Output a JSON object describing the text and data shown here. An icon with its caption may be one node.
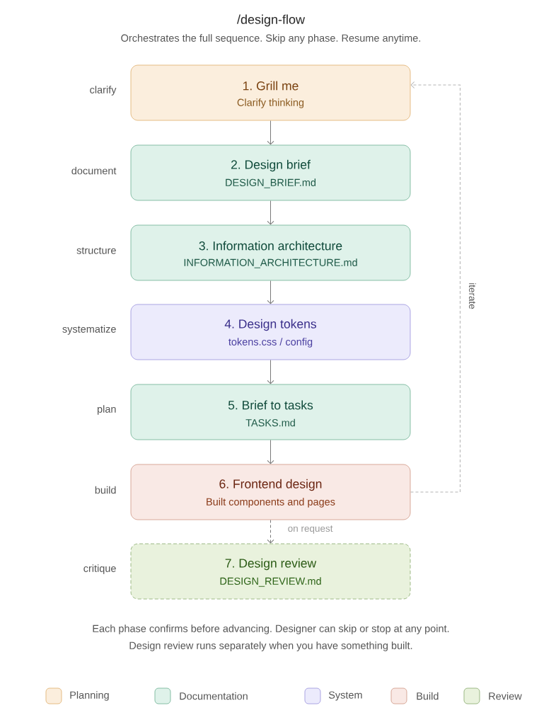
{
  "diagram": {
    "title": "/design-flow",
    "nodes": [
      {
        "text": [
          "1. Grill me",
          "Clarify thinking"
        ],
        "beside": [
          "clarify"
        ]
      },
      {
        "text": [
          "2. Design brief",
          "DESIGN_BRIEF.md"
        ],
        "beside": [
          "document"
        ]
      },
      {
        "text": [
          "3. Information architecture",
          "INFORMATION_ARCHITECTURE.md"
        ],
        "beside": [
          "structure"
        ]
      },
      {
        "text": [
          "4. Design tokens",
          "tokens.css / config"
        ],
        "beside": [
          "systematize"
        ]
      },
      {
        "text": [
          "5. Brief to tasks",
          "TASKS.md"
        ],
        "beside": [
          "plan"
        ]
      },
      {
        "text": [
          "6. Frontend design",
          "Built components and pages"
        ],
        "beside": [
          "build"
        ]
      },
      {
        "text": [
          "7. Design review",
          "DESIGN_REVIEW.md"
        ],
        "beside": [
          "critique"
        ]
      }
    ],
    "edges": [
      {
        "from": 0,
        "to": 1,
        "arrow": "to"
      },
      {
        "from": 1,
        "to": 2,
        "arrow": "to"
      },
      {
        "from": 2,
        "to": 3,
        "arrow": "to"
      },
      {
        "from": 3,
        "to": 4,
        "arrow": "to"
      },
      {
        "from": 4,
        "to": 5,
        "arrow": "to"
      },
      {
        "from": 5,
        "to": 6,
        "arrow": "to",
        "label": "on request",
        "style": "dashed"
      },
      {
        "from": 5,
        "to": 0,
        "arrow": "to",
        "label": "iterate",
        "style": "dashed",
        "color": "#b3b3b3"
      }
    ],
    "labels": [
      "Orchestrates the full sequence. Skip any phase. Resume anytime.",
      "Each phase confirms before advancing. Designer can skip or stop at any point.",
      "Design review runs separately when you have something built."
    ],
    "legend": [
      {
        "text": "Planning",
        "color": "#fbeedd"
      },
      {
        "text": "Documentation",
        "color": "#dff2ea"
      },
      {
        "text": "System",
        "color": "#ecebfc"
      },
      {
        "text": "Build",
        "color": "#f9e9e5"
      },
      {
        "text": "Review",
        "color": "#e9f2dd"
      }
    ]
  }
}
